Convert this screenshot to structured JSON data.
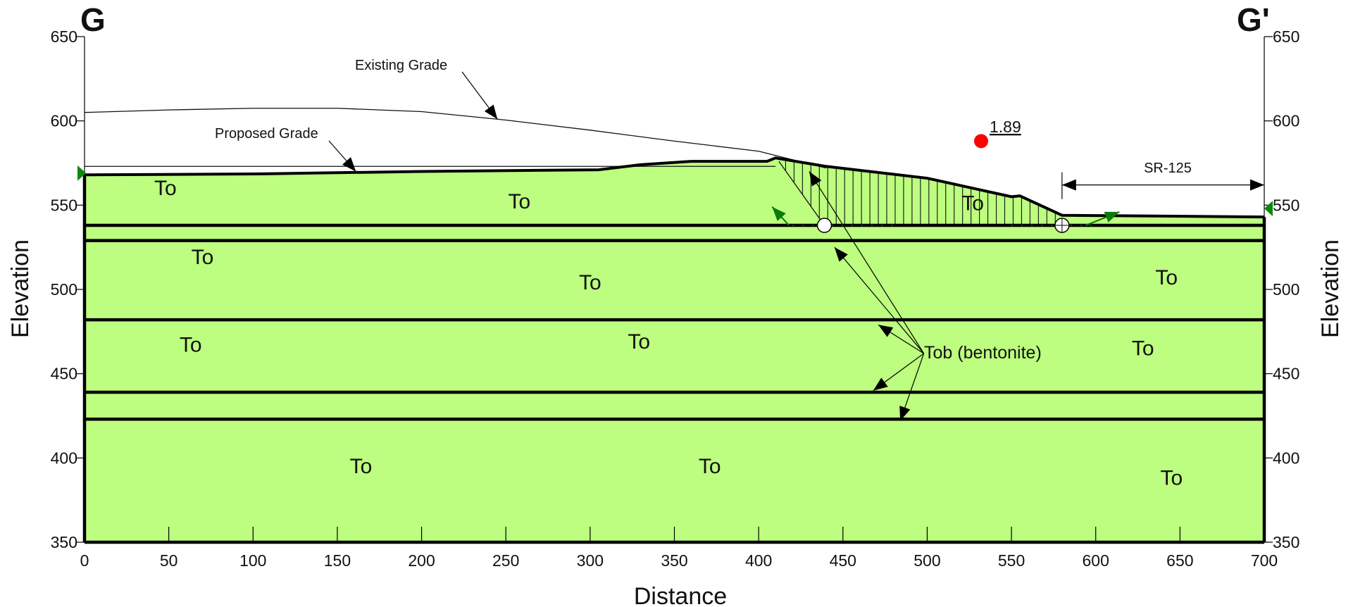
{
  "section": {
    "left_label": "G",
    "right_label": "G'"
  },
  "chart_data": {
    "type": "cross-section",
    "xlabel": "Distance",
    "ylabel": "Elevation",
    "xlim": [
      0,
      700
    ],
    "ylim": [
      350,
      650
    ],
    "x_ticks": [
      0,
      50,
      100,
      150,
      200,
      250,
      300,
      350,
      400,
      450,
      500,
      550,
      600,
      650,
      700
    ],
    "y_ticks": [
      350,
      400,
      450,
      500,
      550,
      600,
      650
    ],
    "existing_grade": {
      "label": "Existing Grade",
      "points": [
        [
          0,
          605
        ],
        [
          50,
          606.5
        ],
        [
          100,
          607.5
        ],
        [
          150,
          607.5
        ],
        [
          200,
          605.5
        ],
        [
          250,
          600.5
        ],
        [
          300,
          594.5
        ],
        [
          350,
          588
        ],
        [
          400,
          582
        ],
        [
          420,
          577
        ],
        [
          440,
          572
        ]
      ]
    },
    "proposed_grade": {
      "label": "Proposed Grade",
      "points": [
        [
          0,
          568
        ],
        [
          100,
          568.5
        ],
        [
          200,
          570
        ],
        [
          305,
          571
        ],
        [
          330,
          574
        ],
        [
          360,
          576
        ],
        [
          405,
          576
        ],
        [
          410,
          578
        ],
        [
          440,
          573
        ],
        [
          500,
          566
        ],
        [
          550,
          555
        ],
        [
          555,
          555.5
        ],
        [
          580,
          544
        ],
        [
          700,
          543
        ]
      ]
    },
    "reference_line_elevation": 573,
    "layer_boundaries": [
      538,
      529,
      482,
      439,
      423
    ],
    "fill_color": "#bdfd7f",
    "units": [
      {
        "label": "To",
        "x": 48,
        "y": 556
      },
      {
        "label": "To",
        "x": 258,
        "y": 548
      },
      {
        "label": "To",
        "x": 70,
        "y": 515
      },
      {
        "label": "To",
        "x": 300,
        "y": 500
      },
      {
        "label": "To",
        "x": 642,
        "y": 503
      },
      {
        "label": "To",
        "x": 63,
        "y": 463
      },
      {
        "label": "To",
        "x": 329,
        "y": 465
      },
      {
        "label": "To",
        "x": 628,
        "y": 461
      },
      {
        "label": "To",
        "x": 164,
        "y": 391
      },
      {
        "label": "To",
        "x": 371,
        "y": 391
      },
      {
        "label": "To",
        "x": 645,
        "y": 384
      },
      {
        "label": "To",
        "x": 527,
        "y": 547
      }
    ],
    "bentonite_label": "Tob (bentonite)",
    "bentonite_label_anchor": {
      "x": 498,
      "y": 462
    },
    "bentonite_arrow_targets": [
      [
        430,
        570
      ],
      [
        445,
        525
      ],
      [
        471,
        479
      ],
      [
        468,
        440
      ],
      [
        484,
        422
      ]
    ],
    "slip_surface": {
      "factor_of_safety": "1.89",
      "center": {
        "x": 532,
        "y": 588
      },
      "entry": [
        412,
        576
      ],
      "exit": [
        578,
        544
      ],
      "base_elevation": 538,
      "pivots": [
        [
          439,
          538
        ],
        [
          580,
          538
        ]
      ]
    },
    "sr125": {
      "label": "SR-125",
      "start": 580,
      "end": 700,
      "elevation": 562
    },
    "water_markers": [
      {
        "x": 0,
        "y": 569,
        "side": "left"
      },
      {
        "x": 700,
        "y": 548,
        "side": "right"
      }
    ],
    "colors": {
      "soil": "#bdfd7f",
      "slip_center": "#ff0000",
      "search_limit": "#0a7a0a"
    }
  }
}
